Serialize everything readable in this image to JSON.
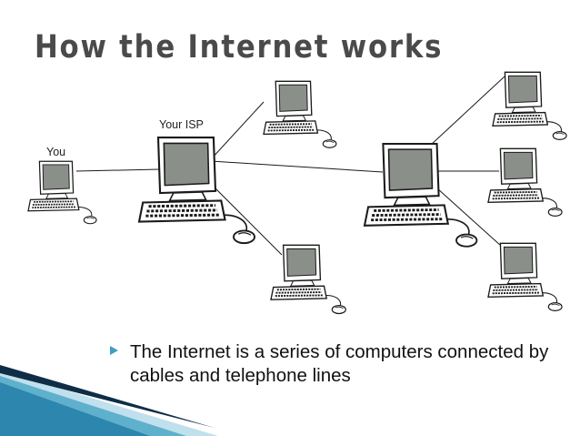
{
  "slide": {
    "title": "How the Internet works"
  },
  "nodes": [
    {
      "id": "you",
      "label": "You"
    },
    {
      "id": "isp",
      "label": "Your ISP"
    },
    {
      "id": "top-middle"
    },
    {
      "id": "bottom-middle"
    },
    {
      "id": "hub"
    },
    {
      "id": "right-top"
    },
    {
      "id": "right-middle"
    },
    {
      "id": "right-bottom"
    }
  ],
  "connections": [
    [
      "you",
      "isp"
    ],
    [
      "isp",
      "top-middle"
    ],
    [
      "isp",
      "bottom-middle"
    ],
    [
      "isp",
      "hub"
    ],
    [
      "hub",
      "right-top"
    ],
    [
      "hub",
      "right-middle"
    ],
    [
      "hub",
      "right-bottom"
    ]
  ],
  "bullets": [
    {
      "text": "The Internet is a series of computers connected by cables and telephone lines"
    }
  ],
  "colors": {
    "accent": "#3f9fbe",
    "accent_dark": "#0f2d45",
    "accent_light": "#bfe0ec",
    "title": "#4a4a4a",
    "monitor_screen": "#8a8f8a",
    "computer_outline": "#1a1a1a"
  },
  "icons": {
    "computer": "desktop-computer-icon",
    "bullet": "triangle-bullet-icon"
  }
}
